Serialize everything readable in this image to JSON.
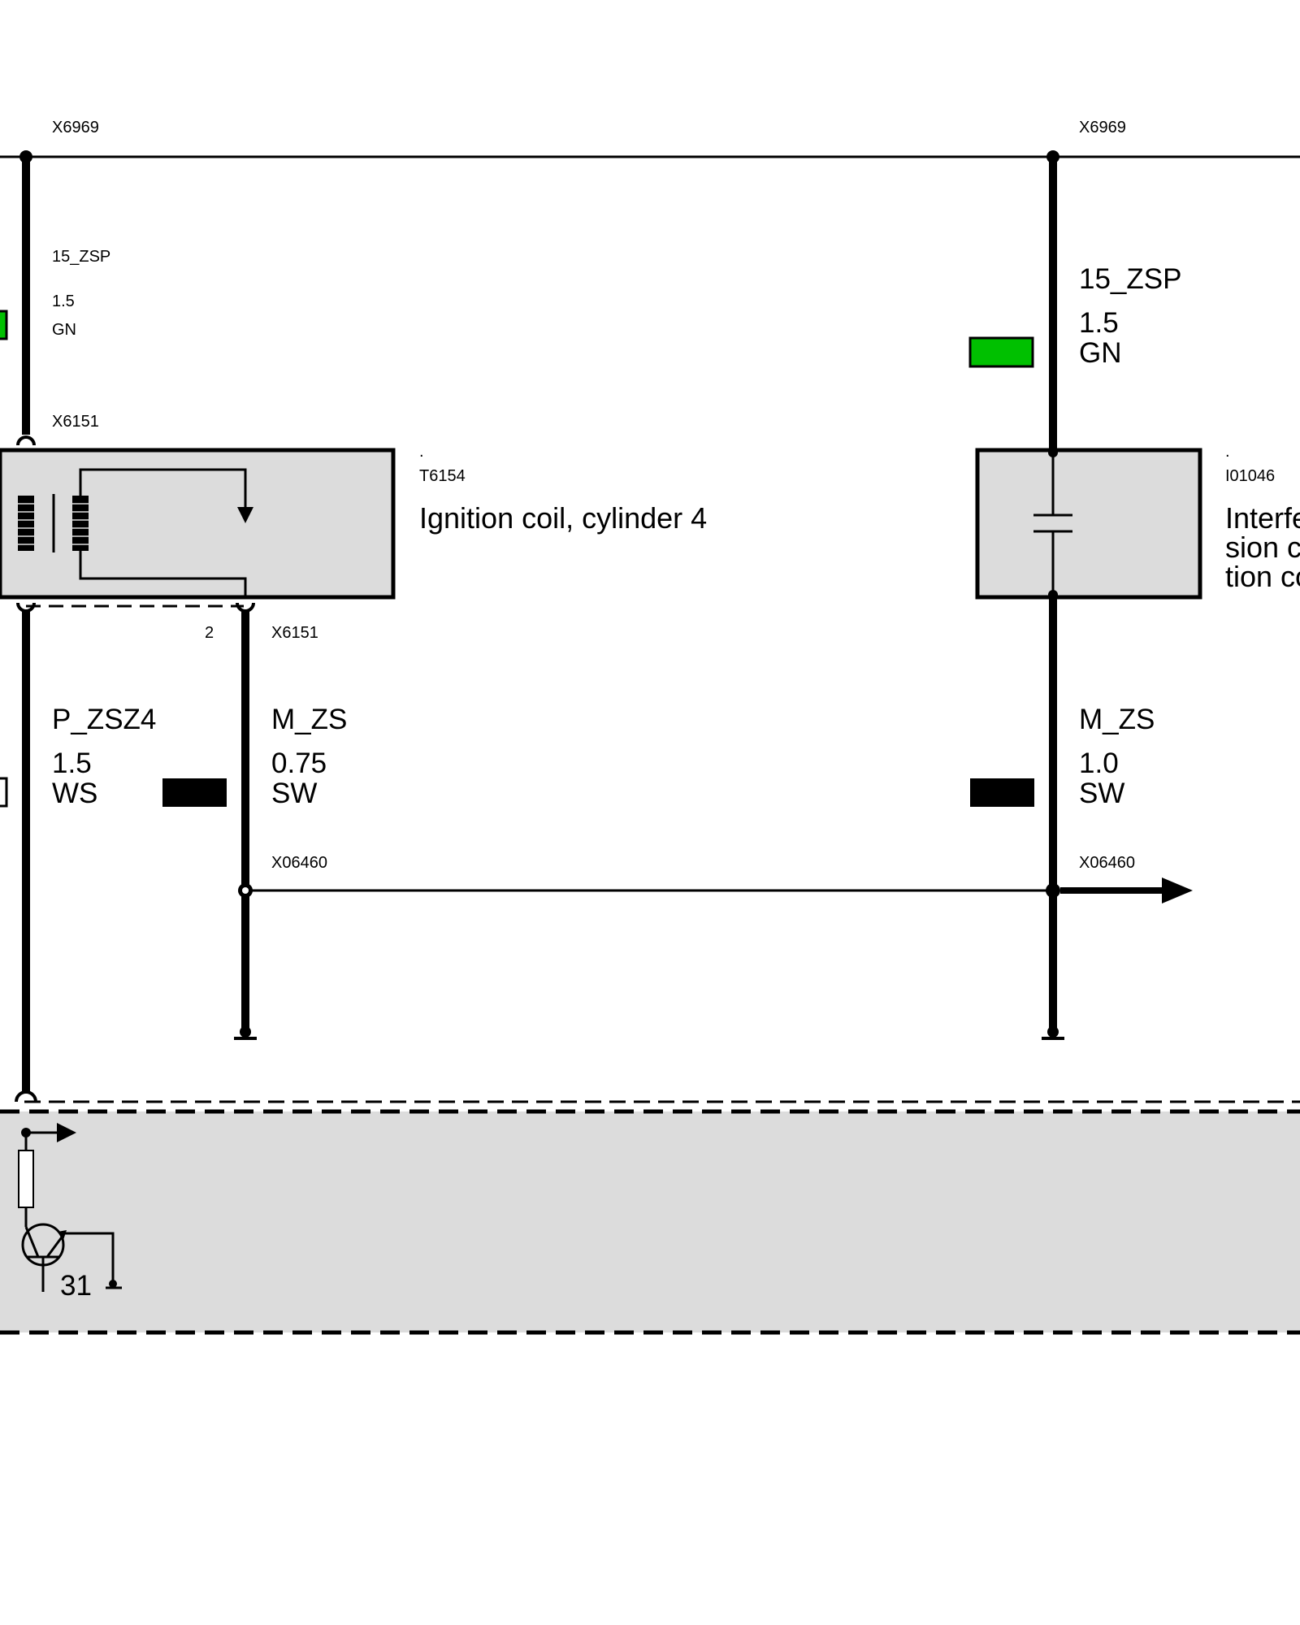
{
  "colors": {
    "wire": "#000000",
    "component_fill": "#dcdcdc",
    "gn_swatch": "#00c000",
    "sw_swatch": "#000000",
    "ws_swatch": "#ffffff"
  },
  "connectors": {
    "x6969_left": "X6969",
    "x6969_right": "X6969",
    "x6151_top": "X6151",
    "x6151_bottom": "X6151",
    "x6151_pin": "2",
    "x06460_left": "X06460",
    "x06460_right": "X06460"
  },
  "wires": {
    "left_supply": {
      "signal": "15_ZSP",
      "size": "1.5",
      "color": "GN"
    },
    "left_output": {
      "signal": "P_ZSZ4",
      "size": "1.5",
      "color": "WS"
    },
    "coil_ground": {
      "signal": "M_ZS",
      "size": "0.75",
      "color": "SW"
    },
    "right_supply": {
      "signal": "15_ZSP",
      "size": "1.5",
      "color": "GN"
    },
    "right_ground": {
      "signal": "M_ZS",
      "size": "1.0",
      "color": "SW"
    }
  },
  "components": {
    "ignition_coil": {
      "dot": ".",
      "id": "T6154",
      "name": "Ignition coil, cylinder 4"
    },
    "suppression_cap": {
      "dot": ".",
      "id": "I01046",
      "name_lines": [
        "Interfe",
        "sion c",
        "tion co"
      ]
    }
  },
  "ground_label": "31"
}
